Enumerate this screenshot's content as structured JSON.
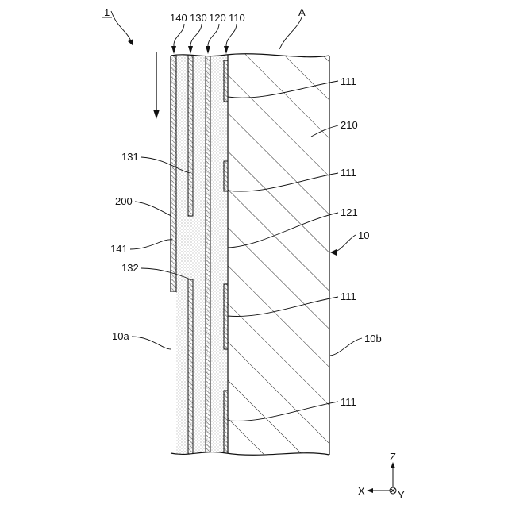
{
  "figure": {
    "labels": {
      "assembly": "1",
      "region": "A",
      "layer_140": "140",
      "layer_130": "130",
      "layer_120": "120",
      "layer_110": "110",
      "elem_111": "111",
      "elem_210": "210",
      "elem_131": "131",
      "elem_200": "200",
      "elem_121": "121",
      "elem_141": "141",
      "elem_10": "10",
      "elem_132": "132",
      "surface_10a": "10a",
      "surface_10b": "10b"
    },
    "axes": {
      "z": "Z",
      "x": "X",
      "y": "Y"
    }
  }
}
